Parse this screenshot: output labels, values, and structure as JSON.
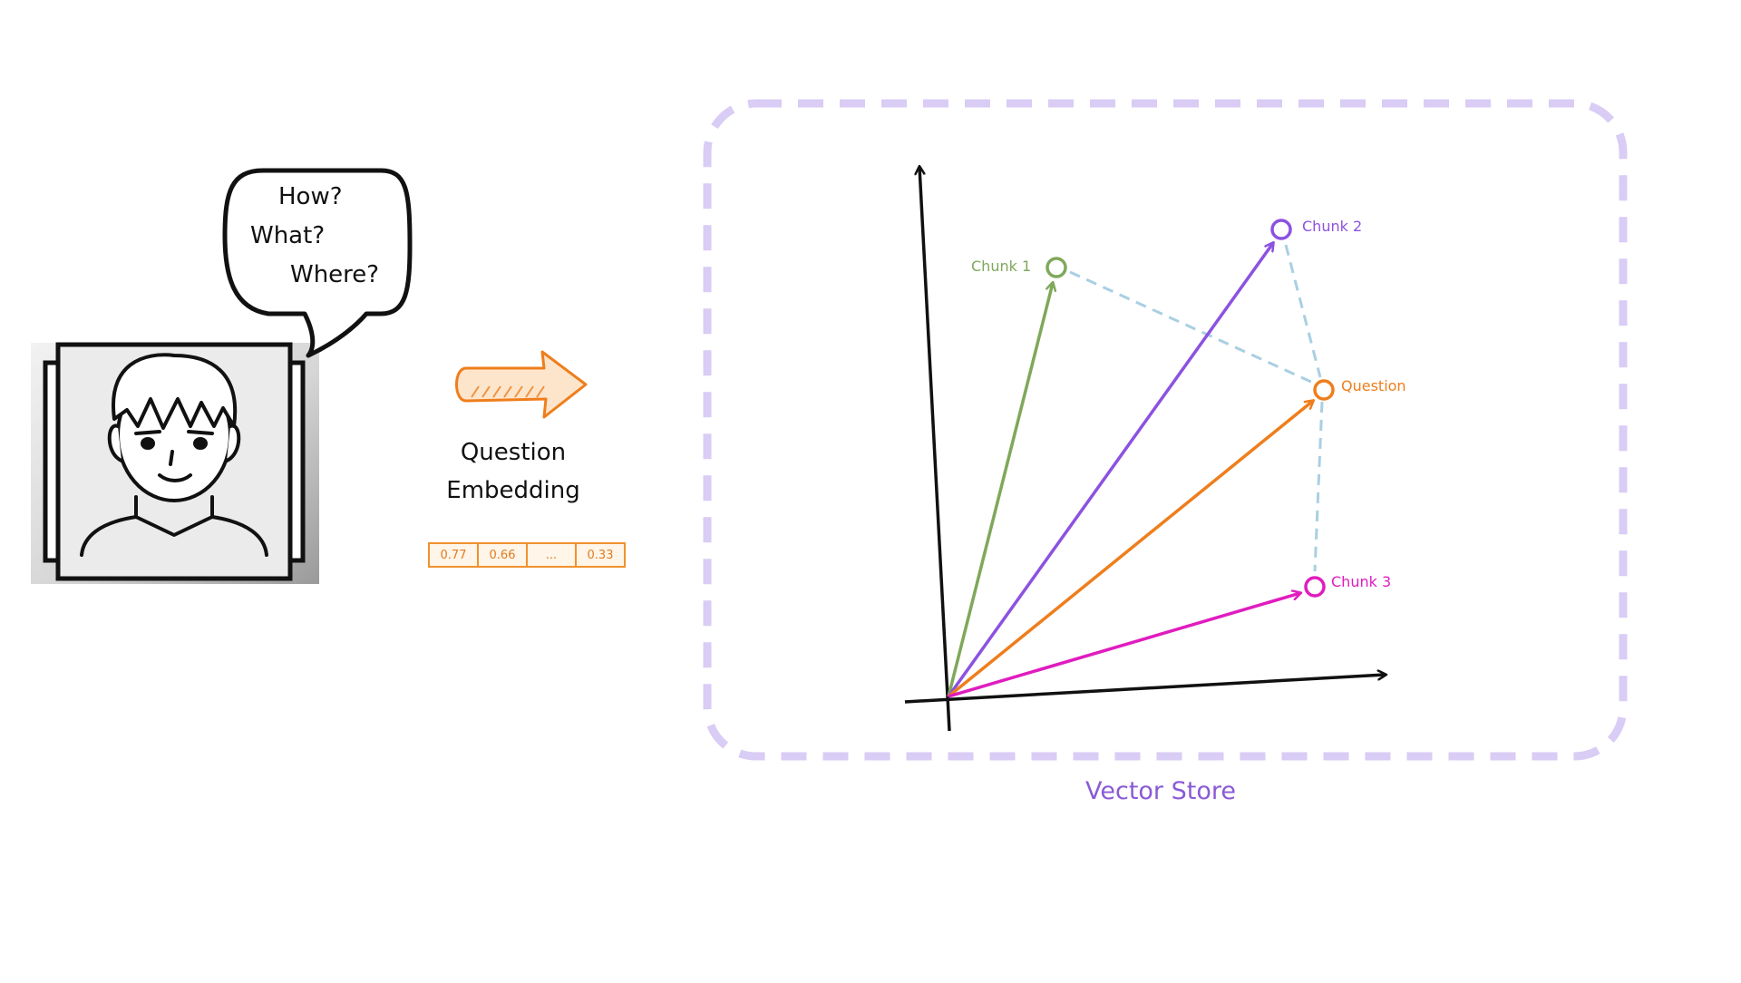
{
  "speech_bubble": {
    "questions": [
      "How?",
      "What?",
      "Where?"
    ]
  },
  "embedding": {
    "label_line1": "Question",
    "label_line2": "Embedding",
    "vector_values": [
      "0.77",
      "0.66",
      "...",
      "0.33"
    ]
  },
  "vector_store": {
    "title": "Vector Store",
    "points": [
      {
        "label": "Chunk 1",
        "color": "#7fa85a"
      },
      {
        "label": "Chunk 2",
        "color": "#8c52e0"
      },
      {
        "label": "Question",
        "color": "#ee7e1c"
      },
      {
        "label": "Chunk 3",
        "color": "#e01cbf"
      }
    ],
    "frame_color": "#d9ccf5",
    "similarity_link_color": "#a9cfe3"
  }
}
